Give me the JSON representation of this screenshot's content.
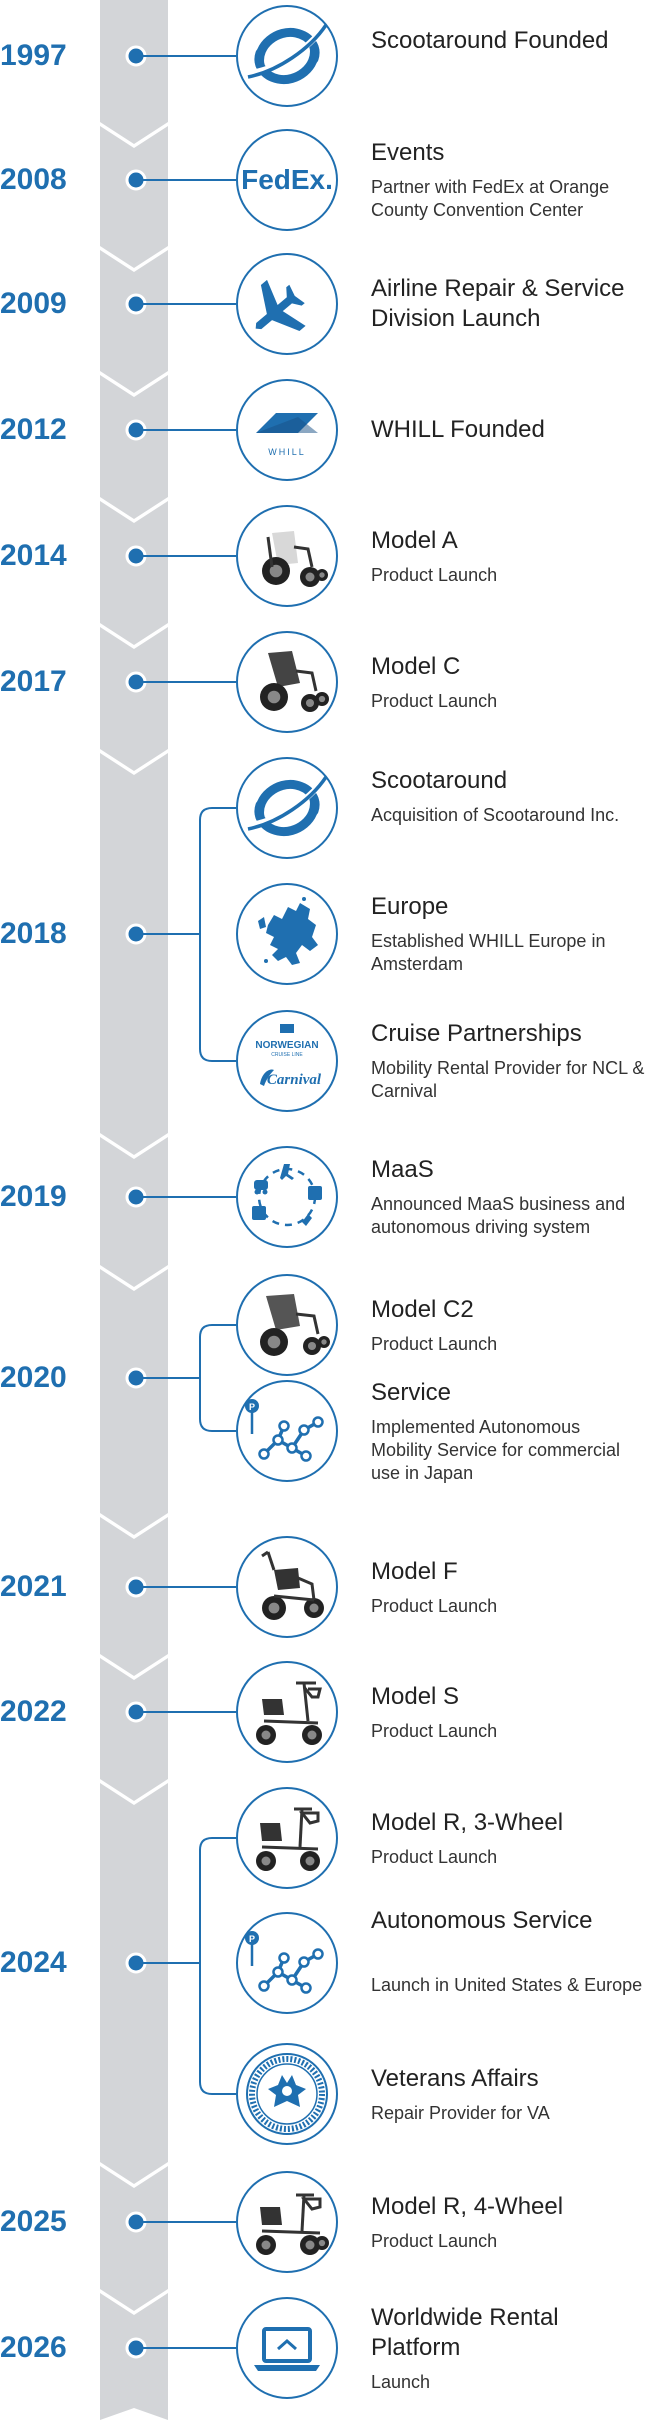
{
  "colors": {
    "accent": "#1f6fb0",
    "spine": "#d3d5d8"
  },
  "groups": [
    {
      "year": "1997",
      "items": [
        {
          "icon": "scootaround-logo-icon",
          "title": "Scootaround Founded",
          "sub": ""
        }
      ]
    },
    {
      "year": "2008",
      "items": [
        {
          "icon": "fedex-logo-icon",
          "logo_text": "FedEx.",
          "title": "Events",
          "sub": "Partner with FedEx at Orange County Convention Center"
        }
      ]
    },
    {
      "year": "2009",
      "items": [
        {
          "icon": "airplane-icon",
          "title": "Airline Repair & Service Division Launch",
          "sub": ""
        }
      ]
    },
    {
      "year": "2012",
      "items": [
        {
          "icon": "whill-logo-icon",
          "logo_text": "WHILL",
          "title": "WHILL Founded",
          "sub": ""
        }
      ]
    },
    {
      "year": "2014",
      "items": [
        {
          "icon": "model-a-wheelchair-icon",
          "title": "Model A",
          "sub": "Product Launch"
        }
      ]
    },
    {
      "year": "2017",
      "items": [
        {
          "icon": "model-c-wheelchair-icon",
          "title": "Model C",
          "sub": "Product Launch"
        }
      ]
    },
    {
      "year": "2018",
      "items": [
        {
          "icon": "scootaround-logo-icon",
          "title": "Scootaround",
          "sub": "Acquisition of Scootaround Inc."
        },
        {
          "icon": "europe-map-icon",
          "title": "Europe",
          "sub": "Established WHILL Europe in Amsterdam"
        },
        {
          "icon": "cruise-logos-icon",
          "logo_text": "NORWEGIAN",
          "logo_sub": "CRUISE LINE",
          "logo_text2": "Carnival",
          "title": "Cruise Partnerships",
          "sub": "Mobility Rental Provider for NCL & Carnival"
        }
      ]
    },
    {
      "year": "2019",
      "items": [
        {
          "icon": "maas-cycle-icon",
          "title": "MaaS",
          "sub": "Announced MaaS business and autonomous driving system"
        }
      ]
    },
    {
      "year": "2020",
      "items": [
        {
          "icon": "model-c2-wheelchair-icon",
          "title": "Model C2",
          "sub": "Product Launch"
        },
        {
          "icon": "autonomous-network-icon",
          "title": "Service",
          "sub": "Implemented Autonomous Mobility Service for commercial use in Japan"
        }
      ]
    },
    {
      "year": "2021",
      "items": [
        {
          "icon": "model-f-wheelchair-icon",
          "title": "Model F",
          "sub": "Product Launch"
        }
      ]
    },
    {
      "year": "2022",
      "items": [
        {
          "icon": "model-s-scooter-icon",
          "title": "Model S",
          "sub": "Product Launch"
        }
      ]
    },
    {
      "year": "2024",
      "items": [
        {
          "icon": "model-r-3-wheel-scooter-icon",
          "title": "Model R, 3-Wheel",
          "sub": "Product Launch"
        },
        {
          "icon": "autonomous-network-icon",
          "title": "Autonomous Service",
          "sub": "Launch in United States & Europe"
        },
        {
          "icon": "veterans-affairs-seal-icon",
          "title": "Veterans Affairs",
          "sub": "Repair Provider for VA"
        }
      ]
    },
    {
      "year": "2025",
      "items": [
        {
          "icon": "model-r-4-wheel-scooter-icon",
          "title": "Model R, 4-Wheel",
          "sub": "Product Launch"
        }
      ]
    },
    {
      "year": "2026",
      "items": [
        {
          "icon": "laptop-platform-icon",
          "title": "Worldwide Rental Platform",
          "sub": "Launch"
        }
      ]
    }
  ]
}
